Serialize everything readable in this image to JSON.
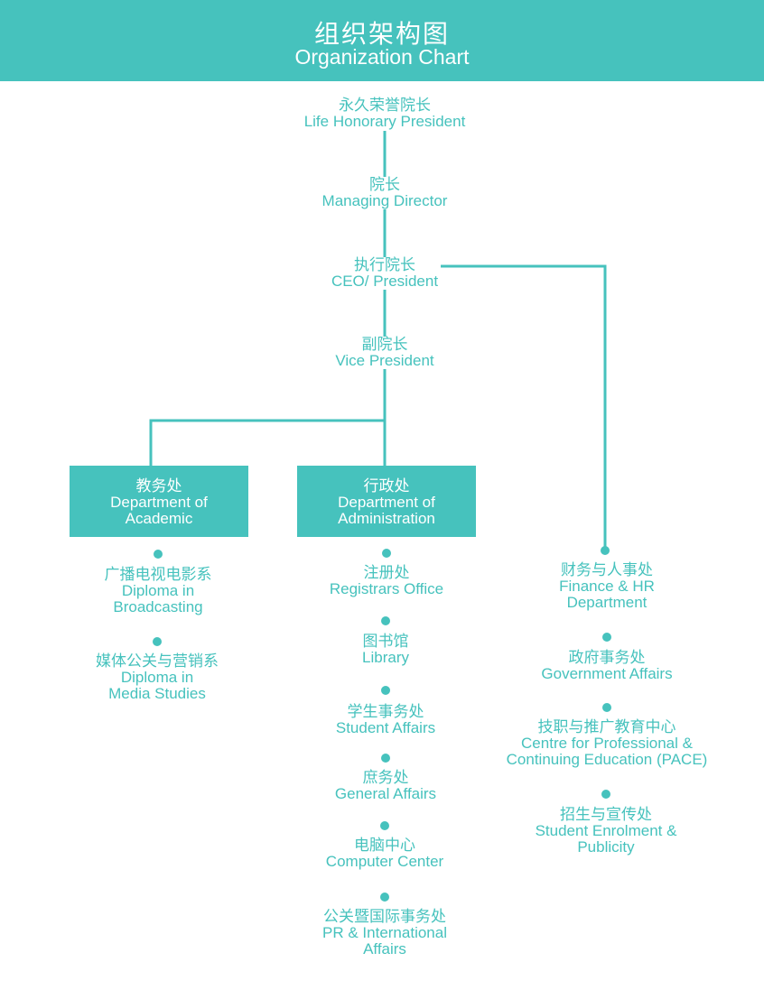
{
  "header": {
    "title_zh": "组织架构图",
    "title_en": "Organization Chart"
  },
  "chain": [
    {
      "zh": "永久荣誉院长",
      "en": "Life Honorary President"
    },
    {
      "zh": "院长",
      "en": "Managing Director"
    },
    {
      "zh": "执行院长",
      "en": "CEO/ President"
    },
    {
      "zh": "副院长",
      "en": "Vice President"
    }
  ],
  "departments": [
    {
      "zh": "教务处",
      "en": [
        "Department of",
        "Academic"
      ]
    },
    {
      "zh": "行政处",
      "en": [
        "Department of",
        "Administration"
      ]
    }
  ],
  "academic_units": [
    {
      "zh": "广播电视电影系",
      "en": [
        "Diploma in",
        "Broadcasting"
      ]
    },
    {
      "zh": "媒体公关与营销系",
      "en": [
        "Diploma in",
        "Media Studies"
      ]
    }
  ],
  "admin_units": [
    {
      "zh": "注册处",
      "en": [
        "Registrars Office"
      ]
    },
    {
      "zh": "图书馆",
      "en": [
        "Library"
      ]
    },
    {
      "zh": "学生事务处",
      "en": [
        "Student Affairs"
      ]
    },
    {
      "zh": "庶务处",
      "en": [
        "General Affairs"
      ]
    },
    {
      "zh": "电脑中心",
      "en": [
        "Computer Center"
      ]
    },
    {
      "zh": "公关暨国际事务处",
      "en": [
        "PR & International",
        "Affairs"
      ]
    }
  ],
  "ceo_units": [
    {
      "zh": "财务与人事处",
      "en": [
        "Finance & HR",
        "Department"
      ]
    },
    {
      "zh": "政府事务处",
      "en": [
        "Government Affairs"
      ]
    },
    {
      "zh": "技职与推广教育中心",
      "en": [
        "Centre for Professional &",
        "Continuing Education (PACE)"
      ]
    },
    {
      "zh": "招生与宣传处",
      "en": [
        "Student Enrolment &",
        "Publicity"
      ]
    }
  ],
  "colors": {
    "accent": "#46c2bd",
    "background": "#ffffff"
  }
}
